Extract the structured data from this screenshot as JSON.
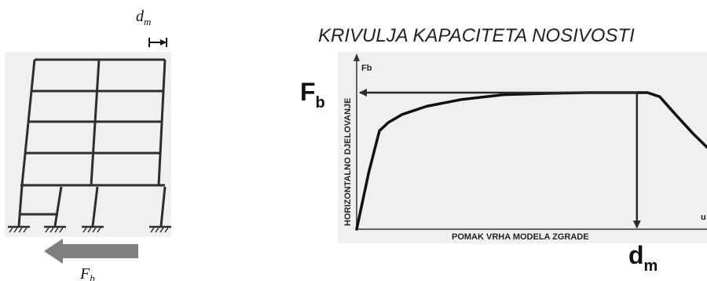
{
  "frame_diagram": {
    "displacement_label": "d",
    "displacement_sub": "m",
    "force_label": "F",
    "force_sub": "b",
    "stories": 5,
    "bays": 2,
    "colors": {
      "frame": "#2e2e2e",
      "panel": "#f0f0f0",
      "force_arrow": "#7f7f7f"
    }
  },
  "capacity_curve": {
    "title": "KRIVULJA KAPACITETA NOSIVOSTI",
    "y_axis_label": "HORIZONTALNO DJELOVANJE",
    "y_axis_symbol": "Fb",
    "x_axis_label": "POMAK VRHA MODELA ZGRADE",
    "x_axis_symbol": "u",
    "force_marker": "F",
    "force_marker_sub": "b",
    "displacement_marker": "d",
    "displacement_marker_sub": "m",
    "colors": {
      "panel": "#f0f0f0",
      "curve": "#111111",
      "axes": "#333333"
    }
  },
  "chart_data": {
    "type": "line",
    "title": "KRIVULJA KAPACITETA NOSIVOSTI",
    "xlabel": "POMAK VRHA MODELA ZGRADE",
    "ylabel": "HORIZONTALNO DJELOVANJE",
    "xlim": [
      0,
      1
    ],
    "ylim": [
      0,
      1
    ],
    "series": [
      {
        "x": [
          0,
          0.035,
          0.065,
          0.09,
          0.13,
          0.2,
          0.3,
          0.42,
          0.55,
          0.66,
          0.76,
          0.83,
          0.865,
          0.91,
          0.96,
          1.0
        ],
        "y": [
          0,
          0.42,
          0.72,
          0.78,
          0.84,
          0.9,
          0.95,
          0.985,
          0.995,
          1.0,
          1.0,
          1.0,
          0.97,
          0.84,
          0.7,
          0.6
        ]
      }
    ],
    "annotations": [
      {
        "label": "Fb",
        "y": 1.0
      },
      {
        "label": "dm",
        "x": 0.8
      }
    ]
  }
}
